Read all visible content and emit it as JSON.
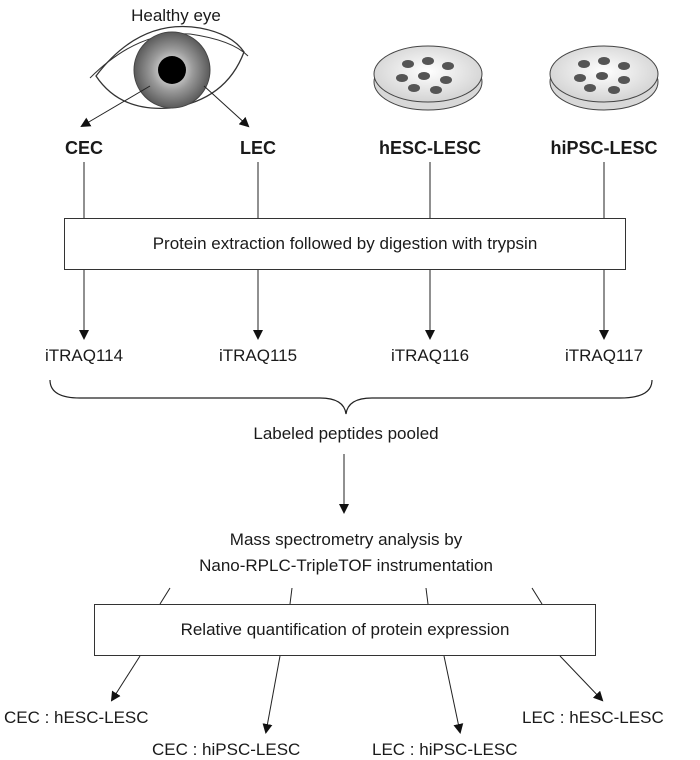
{
  "source": {
    "label": "Healthy eye"
  },
  "samples": [
    {
      "name": "CEC",
      "tag": "iTRAQ114"
    },
    {
      "name": "LEC",
      "tag": "iTRAQ115"
    },
    {
      "name": "hESC-LESC",
      "tag": "iTRAQ116"
    },
    {
      "name": "hiPSC-LESC",
      "tag": "iTRAQ117"
    }
  ],
  "steps": {
    "extraction": "Protein extraction followed by digestion with trypsin",
    "pooled": "Labeled peptides pooled",
    "ms_line1": "Mass spectrometry analysis by",
    "ms_line2": "Nano-RPLC-TripleTOF instrumentation",
    "quant": "Relative quantification of protein expression"
  },
  "comparisons": [
    "CEC : hESC-LESC",
    "CEC : hiPSC-LESC",
    "LEC : hiPSC-LESC",
    "LEC : hESC-LESC"
  ]
}
